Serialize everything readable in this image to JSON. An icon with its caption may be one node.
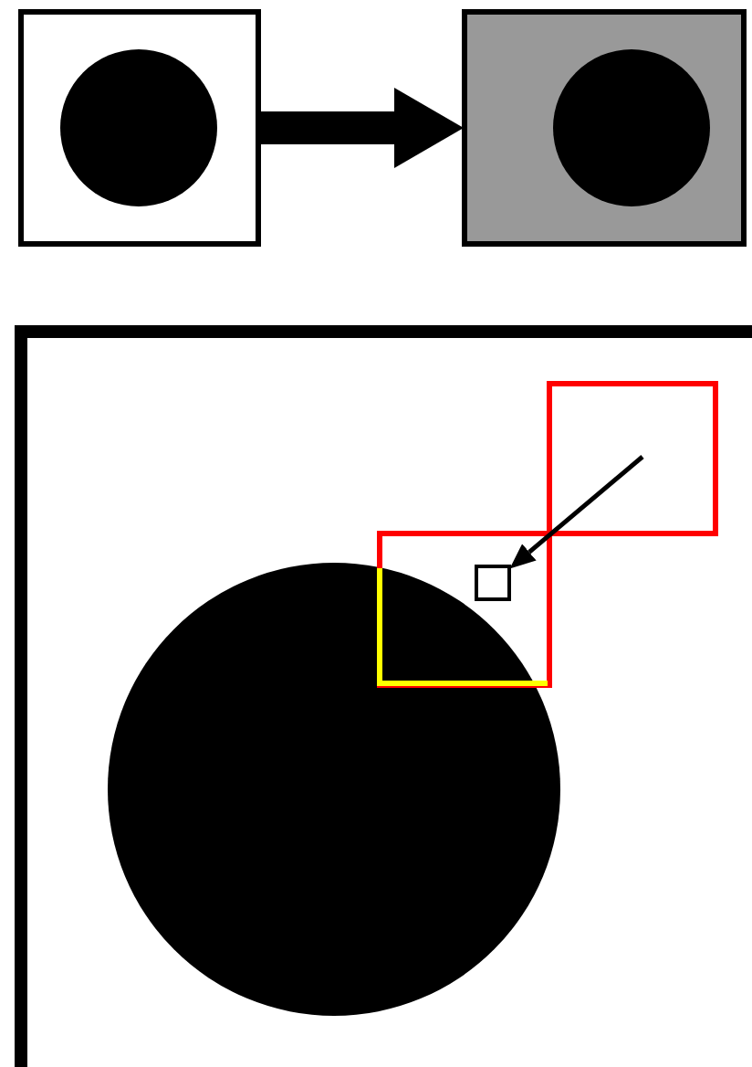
{
  "diagram": {
    "nodes": [
      {
        "text": [],
        "shape": "picture"
      },
      {
        "text": [],
        "shape": "picture"
      },
      {
        "text": [],
        "shape": "box"
      }
    ],
    "edges": [
      {
        "from": 0,
        "to": 1,
        "arrow": "to",
        "style": "thick"
      },
      {
        "from": null,
        "to": 2,
        "arrow": "to"
      }
    ]
  }
}
